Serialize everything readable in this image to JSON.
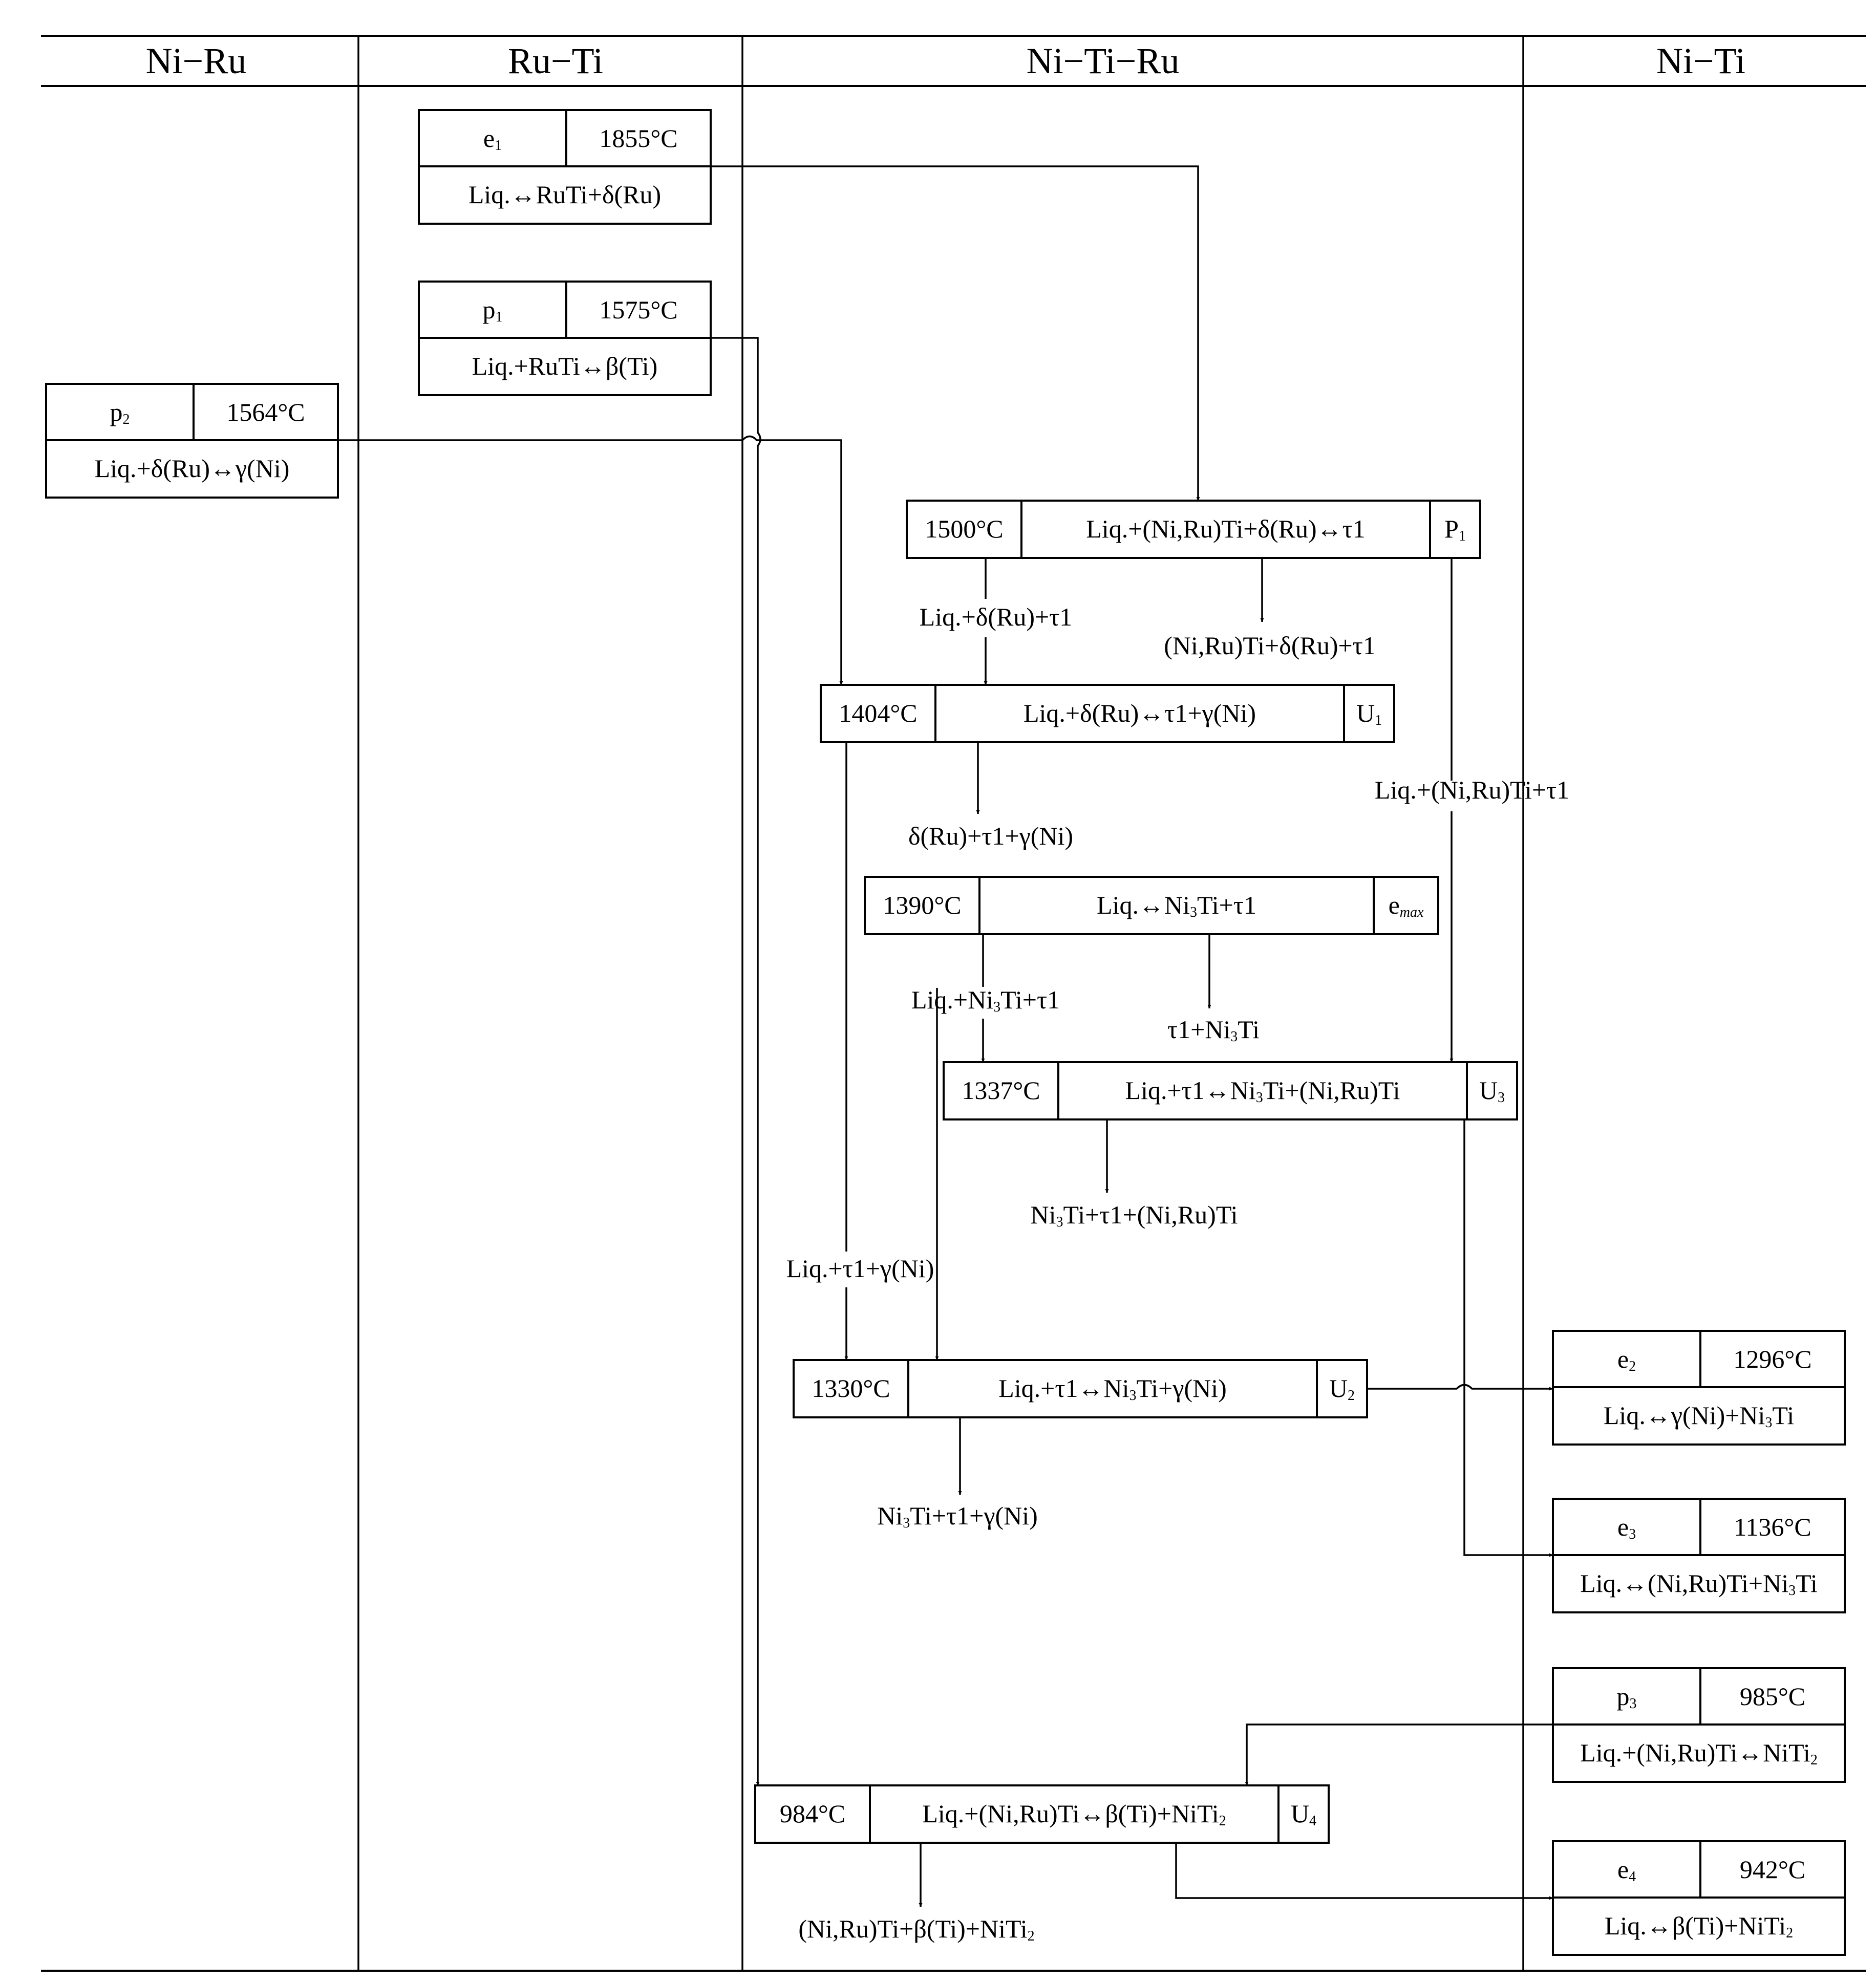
{
  "columns": [
    "Ni−Ru",
    "Ru−Ti",
    "Ni−Ti−Ru",
    "Ni−Ti"
  ],
  "binary_boxes": {
    "e1": {
      "letter": "e",
      "sub": "1",
      "temp": "1855°C",
      "reaction": [
        "Liq.↔RuTi+δ(Ru)"
      ]
    },
    "p1": {
      "letter": "p",
      "sub": "1",
      "temp": "1575°C",
      "reaction": [
        "Liq.+RuTi↔β(Ti)"
      ]
    },
    "p2": {
      "letter": "p",
      "sub": "2",
      "temp": "1564°C",
      "reaction": [
        "Liq.+δ(Ru)↔γ(Ni)"
      ]
    },
    "e2": {
      "letter": "e",
      "sub": "2",
      "temp": "1296°C",
      "reaction": [
        "Liq.↔γ(Ni)+Ni",
        "3",
        "Ti"
      ]
    },
    "e3": {
      "letter": "e",
      "sub": "3",
      "temp": "1136°C",
      "reaction": [
        "Liq.↔(Ni,Ru)Ti+Ni",
        "3",
        "Ti"
      ]
    },
    "p3": {
      "letter": "p",
      "sub": "3",
      "temp": "985°C",
      "reaction": [
        "Liq.+(Ni,Ru)Ti↔NiTi",
        "2"
      ]
    },
    "e4": {
      "letter": "e",
      "sub": "4",
      "temp": "942°C",
      "reaction": [
        "Liq.↔β(Ti)+NiTi",
        "2"
      ]
    }
  },
  "ternary_boxes": {
    "P1": {
      "temp": "1500°C",
      "reaction": [
        "Liq.+(Ni,Ru)Ti+δ(Ru)↔τ1"
      ],
      "letter": "P",
      "sub": "1"
    },
    "U1": {
      "temp": "1404°C",
      "reaction": [
        "Liq.+δ(Ru)↔τ1+γ(Ni)"
      ],
      "letter": "U",
      "sub": "1"
    },
    "emax": {
      "temp": "1390°C",
      "reaction": [
        "Liq.↔Ni",
        "3",
        "Ti+τ1"
      ],
      "letter": "e",
      "sub": "max"
    },
    "U3": {
      "temp": "1337°C",
      "reaction": [
        "Liq.+τ1↔Ni",
        "3",
        "Ti+(Ni,Ru)Ti"
      ],
      "letter": "U",
      "sub": "3"
    },
    "U2": {
      "temp": "1330°C",
      "reaction": [
        "Liq.+τ1↔Ni",
        "3",
        "Ti+γ(Ni)"
      ],
      "letter": "U",
      "sub": "2"
    },
    "U4": {
      "temp": "984°C",
      "reaction": [
        "Liq.+(Ni,Ru)Ti↔β(Ti)+NiTi",
        "2"
      ],
      "letter": "U",
      "sub": "4"
    }
  },
  "labels": {
    "liq_delta_tau": [
      "Liq.+δ(Ru)+τ1"
    ],
    "nirut_delta_tau": [
      "(Ni,Ru)Ti+δ(Ru)+τ1"
    ],
    "liq_nirut_tau": [
      "Liq.+(Ni,Ru)Ti+τ1"
    ],
    "delta_tau_gamma": [
      "δ(Ru)+τ1+γ(Ni)"
    ],
    "liq_ni3ti_tau": [
      "Liq.+Ni",
      "3",
      "Ti+τ1"
    ],
    "tau_ni3ti": [
      "τ1+Ni",
      "3",
      "Ti"
    ],
    "ni3ti_tau_nirut": [
      "Ni",
      "3",
      "Ti+τ1+(Ni,Ru)Ti"
    ],
    "liq_tau_gamma": [
      "Liq.+τ1+γ(Ni)"
    ],
    "ni3ti_tau_gamma": [
      "Ni",
      "3",
      "Ti+τ1+γ(Ni)"
    ],
    "nirut_beta_niti2": [
      "(Ni,Ru)Ti+β(Ti)+NiTi",
      "2"
    ]
  }
}
